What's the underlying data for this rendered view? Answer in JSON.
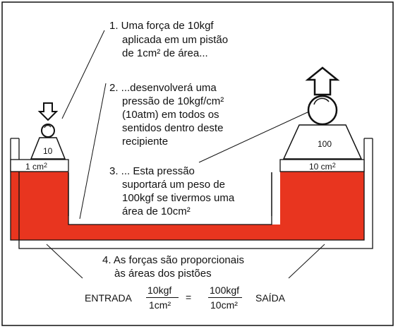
{
  "statements": {
    "s1": [
      "1. Uma força de 10kgf",
      "aplicada em um pistão",
      "de 1cm² de área..."
    ],
    "s2": [
      "2. ...desenvolverá uma",
      "pressão de 10kgf/cm²",
      "(10atm) em todos os",
      "sentidos dentro deste",
      "recipiente"
    ],
    "s3": [
      "3. ... Esta pressão",
      "suportará um peso de",
      "100kgf se tivermos uma",
      "área de 10cm²"
    ],
    "s4": [
      "4. As forças são proporcionais",
      "às áreas dos pistões"
    ]
  },
  "pistons": {
    "left_weight": "10",
    "left_area": "1 cm²",
    "right_weight": "100",
    "right_area": "10 cm²"
  },
  "equation": {
    "input_label": "ENTRADA",
    "left_num": "10kgf",
    "left_den": "1cm²",
    "equals": "=",
    "right_num": "100kgf",
    "right_den": "10cm²",
    "output_label": "SAÍDA"
  },
  "colors": {
    "fluid": "#e8351f",
    "outline": "#111111",
    "weight_fill": "#ffffff"
  },
  "icons": [
    "down-arrow-icon",
    "up-arrow-icon"
  ]
}
